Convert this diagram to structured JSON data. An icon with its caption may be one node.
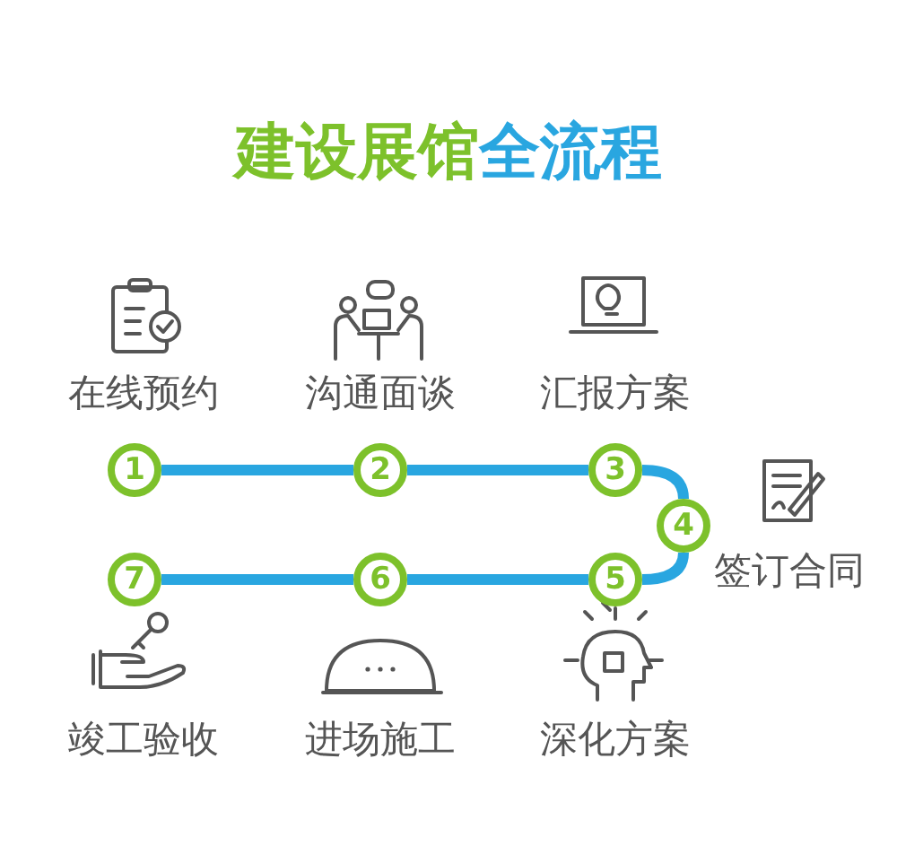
{
  "diagram": {
    "title": "建设展馆全流程",
    "nodes": [
      {
        "text": [
          "1"
        ],
        "beside": [
          "在线预约"
        ]
      },
      {
        "text": [
          "2"
        ],
        "beside": [
          "沟通面谈"
        ]
      },
      {
        "text": [
          "3"
        ],
        "beside": [
          "汇报方案"
        ]
      },
      {
        "text": [
          "4"
        ],
        "beside": [
          "签订合同"
        ]
      },
      {
        "text": [
          "5"
        ],
        "beside": [
          "深化方案"
        ]
      },
      {
        "text": [
          "6"
        ],
        "beside": [
          "进场施工"
        ]
      },
      {
        "text": [
          "7"
        ],
        "beside": [
          "竣工验收"
        ]
      }
    ],
    "edges": [
      {
        "from": 0,
        "to": 1,
        "arrow": "none"
      },
      {
        "from": 1,
        "to": 2,
        "arrow": "none"
      },
      {
        "from": 2,
        "to": 3,
        "arrow": "none"
      },
      {
        "from": 3,
        "to": 4,
        "arrow": "none"
      },
      {
        "from": 4,
        "to": 5,
        "arrow": "none"
      },
      {
        "from": 5,
        "to": 6,
        "arrow": "none"
      }
    ]
  }
}
